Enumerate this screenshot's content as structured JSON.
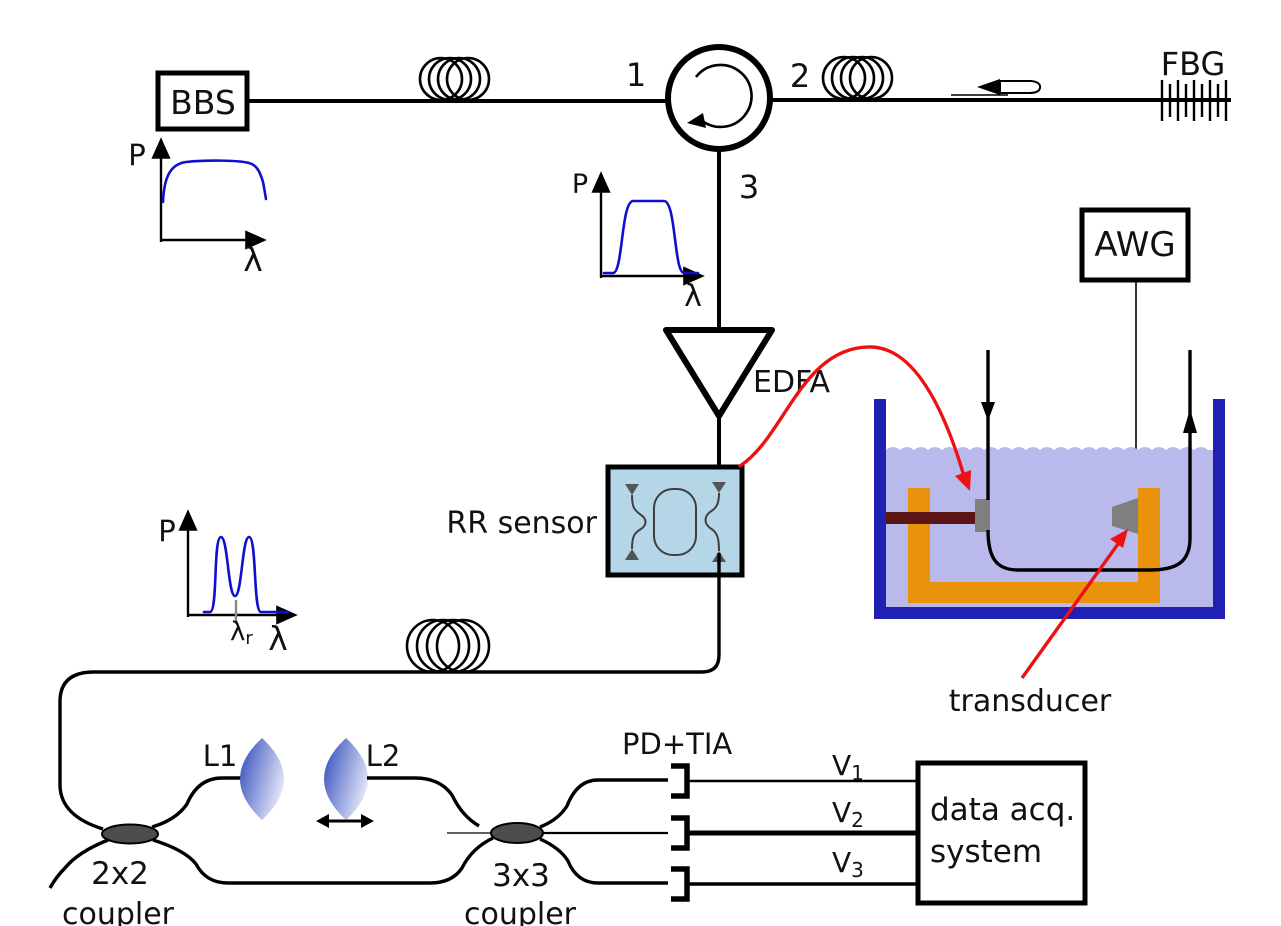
{
  "colors": {
    "signal_blue": "#0f0fd0",
    "arrow_red": "#ee1111",
    "tank_wall_blue": "#2020b2",
    "water_blue": "#b9b9ec",
    "fixture_orange": "#e8930b",
    "rod_maroon": "#5a1515",
    "metal_gray": "#7f7f7f",
    "chip_fill_blue": "#b5d6e7",
    "coupler_gray": "#4d4d4d",
    "lens_dark": "#3f57c0",
    "lens_light": "#eef1fb"
  },
  "blocks": {
    "bbs": "BBS",
    "fbg": "FBG",
    "awg": "AWG",
    "edfa": "EDFA",
    "rr_sensor": "RR sensor",
    "daq_line1": "data acq.",
    "daq_line2": "system"
  },
  "circulator": {
    "port1": "1",
    "port2": "2",
    "port3": "3"
  },
  "couplers": {
    "c22": "2x2",
    "c22_word": "coupler",
    "c33": "3x3",
    "c33_word": "coupler"
  },
  "lenses": {
    "l1": "L1",
    "l2": "L2"
  },
  "detector": {
    "pd_tia": "PD+TIA",
    "v": "V",
    "v1_sub": "1",
    "v2_sub": "2",
    "v3_sub": "3"
  },
  "tank": {
    "transducer": "transducer"
  },
  "spectra": [
    {
      "id": "broadband-source",
      "y_label": "P",
      "x_label": "λ",
      "shape": "flat broadband"
    },
    {
      "id": "port3-bandpass",
      "y_label": "P",
      "x_label": "λ",
      "shape": "bandpass"
    },
    {
      "id": "rr-double-peak",
      "y_label": "P",
      "x_label": "λ",
      "marker_base": "λ",
      "marker_sub": "r",
      "shape": "double peak"
    }
  ]
}
